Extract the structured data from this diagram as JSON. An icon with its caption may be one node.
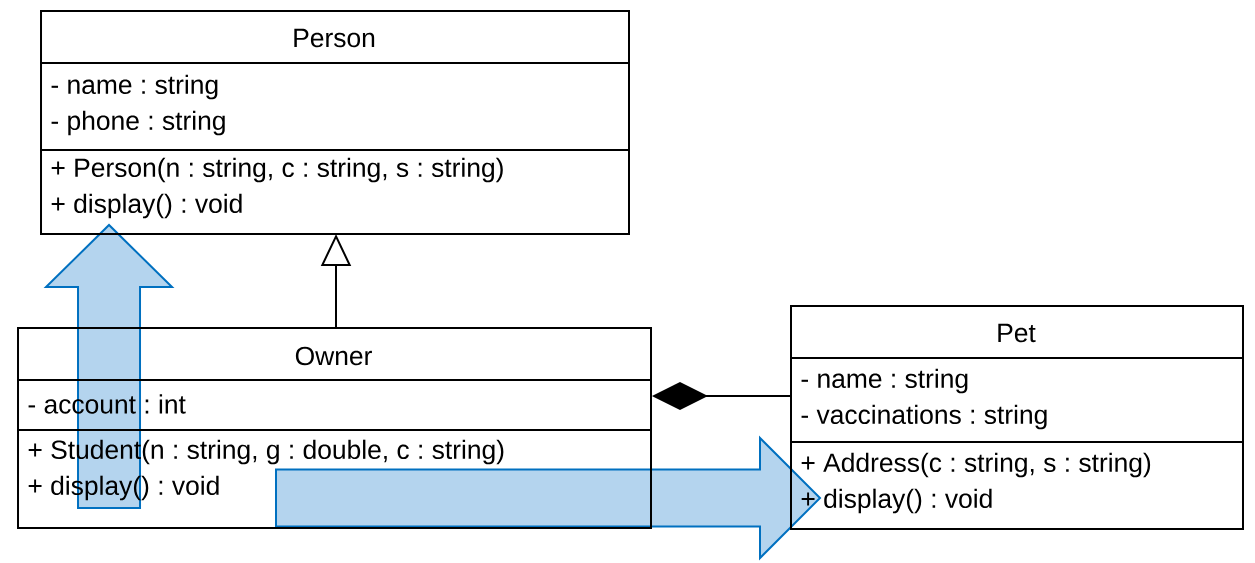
{
  "diagram": {
    "nodes": [
      {
        "text": [
          "Person",
          "- name : string",
          "- phone : string",
          "+ Person(n : string, c : string, s : string)",
          "+ display() : void"
        ]
      },
      {
        "text": [
          "Owner",
          "- account : int",
          "+ Student(n : string, g : double, c : string)",
          "+ display() : void"
        ]
      },
      {
        "text": [
          "Pet",
          "- name : string",
          "- vaccinations : string",
          "+ Address(c : string, s : string)",
          "+ display() : void"
        ]
      }
    ],
    "edges": [
      {
        "from": 1,
        "to": 0,
        "arrow": "to"
      },
      {
        "from": 2,
        "to": 1,
        "arrow": "other"
      },
      {
        "from": 1,
        "to": 0,
        "arrow": "to",
        "style": "thick",
        "color": "#0070c0"
      },
      {
        "from": 1,
        "to": 2,
        "arrow": "to",
        "style": "thick",
        "color": "#0070c0"
      }
    ]
  }
}
